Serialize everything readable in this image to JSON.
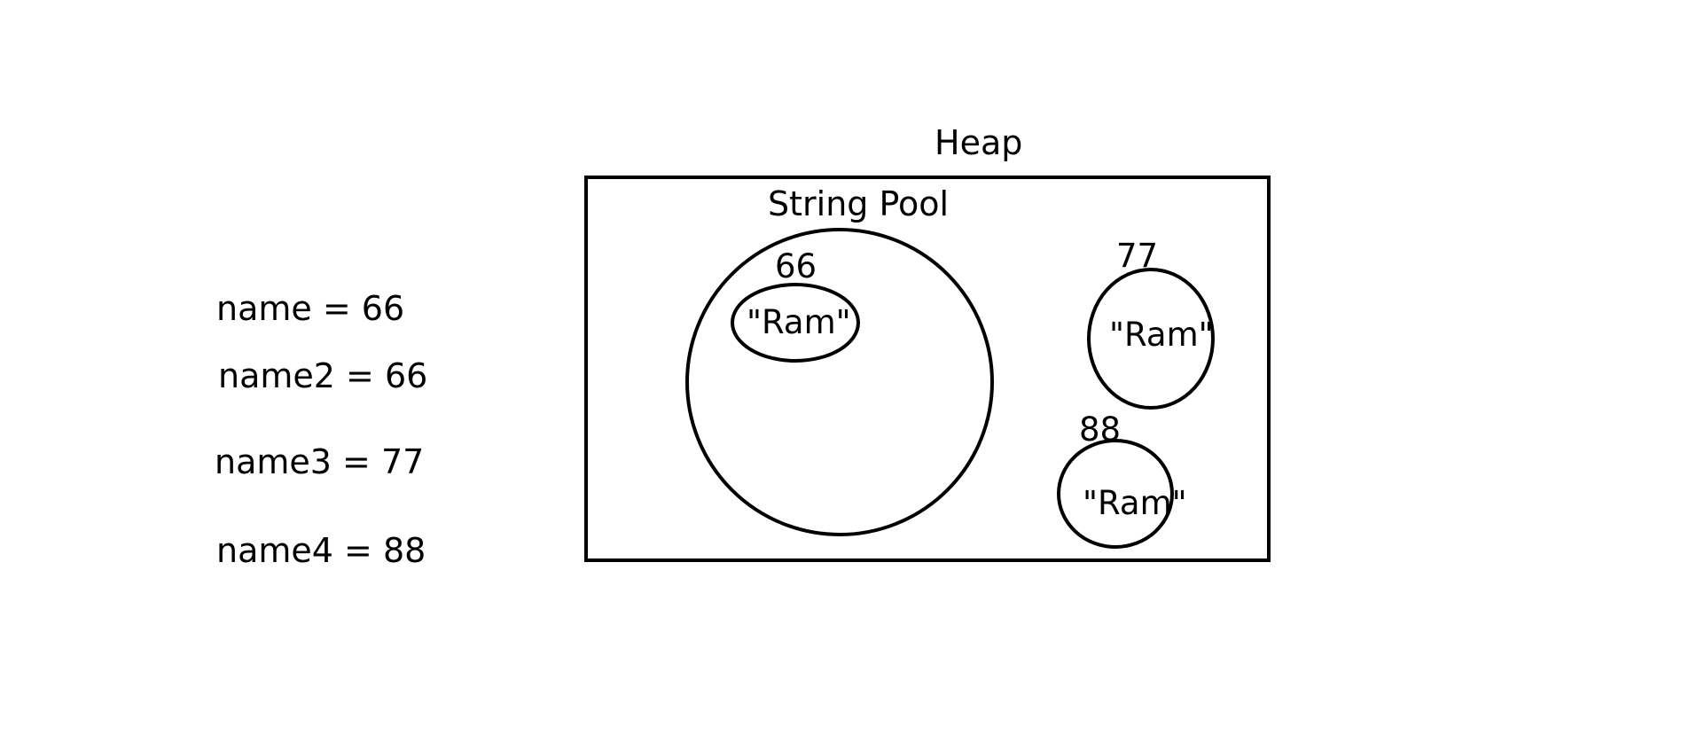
{
  "variables": [
    {
      "text": "name = 66"
    },
    {
      "text": "name2 = 66"
    },
    {
      "text": "name3 = 77"
    },
    {
      "text": "name4 = 88"
    }
  ],
  "heap": {
    "title": "Heap"
  },
  "string_pool": {
    "title": "String Pool",
    "object": {
      "address": "66",
      "value": "\"Ram\""
    }
  },
  "heap_objects": [
    {
      "address": "77",
      "value": "\"Ram\""
    },
    {
      "address": "88",
      "value": "\"Ram\""
    }
  ],
  "colors": {
    "stroke": "#000000",
    "background": "#ffffff"
  }
}
